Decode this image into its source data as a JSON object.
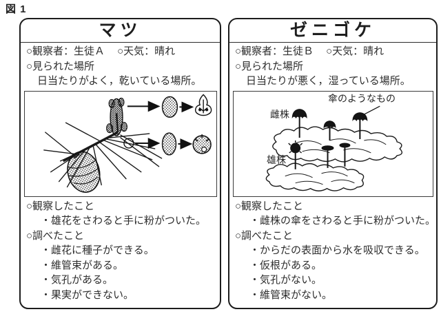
{
  "figure_label": "図 1",
  "colors": {
    "ink": "#1c1c1c",
    "text": "#2e2e2e"
  },
  "cards": [
    {
      "title": "マツ",
      "observer": "○観察者：生徒Ａ",
      "weather": "○天気：晴れ",
      "location_heading": "○見られた場所",
      "location_detail": "日当たりがよく，乾いている場所。",
      "observed_heading": "○観察したこと",
      "observed_items": [
        "・雄花をさわると手に粉がついた。"
      ],
      "research_heading": "○調べたこと",
      "research_items": [
        "・雌花に種子ができる。",
        "・維管束がある。",
        "・気孔がある。",
        "・果実ができない。"
      ]
    },
    {
      "title": "ゼニゴケ",
      "observer": "○観察者：生徒Ｂ",
      "weather": "○天気：晴れ",
      "location_heading": "○見られた場所",
      "location_detail": "日当たりが悪く，湿っている場所。",
      "illustration_labels": {
        "umbrella": "傘のようなもの",
        "female": "雌株",
        "male": "雄株"
      },
      "observed_heading": "○観察したこと",
      "observed_items": [
        "・雌株の傘をさわると手に粉がついた。"
      ],
      "research_heading": "○調べたこと",
      "research_items": [
        "・からだの表面から水を吸収できる。",
        "・仮根がある。",
        "・気孔がない。",
        "・維管束がない。"
      ]
    }
  ]
}
